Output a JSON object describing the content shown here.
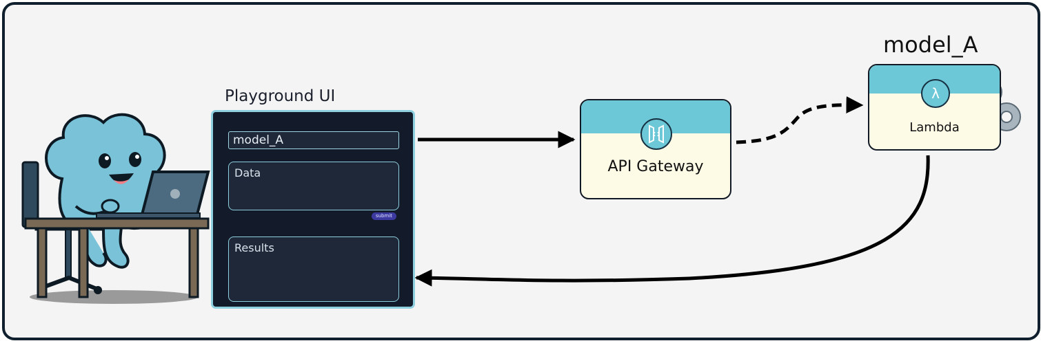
{
  "playground": {
    "title": "Playground UI",
    "model_input_value": "model_A",
    "data_label": "Data",
    "submit_label": "submit",
    "results_label": "Results"
  },
  "api_gateway": {
    "label": "API Gateway"
  },
  "lambda_node": {
    "title": "model_A",
    "label": "Lambda"
  },
  "icons": {
    "user": "cloud-mascot-at-laptop-icon",
    "gateway": "api-gateway-icon",
    "lambda": "lambda-icon",
    "gears": "gears-icon"
  },
  "colors": {
    "frame_border": "#0f1f2e",
    "node_band": "#6cc8d6",
    "node_body": "#fdfae6",
    "panel_bg": "#131a29",
    "panel_border": "#8fd0e0",
    "mascot": "#79c2d8"
  }
}
